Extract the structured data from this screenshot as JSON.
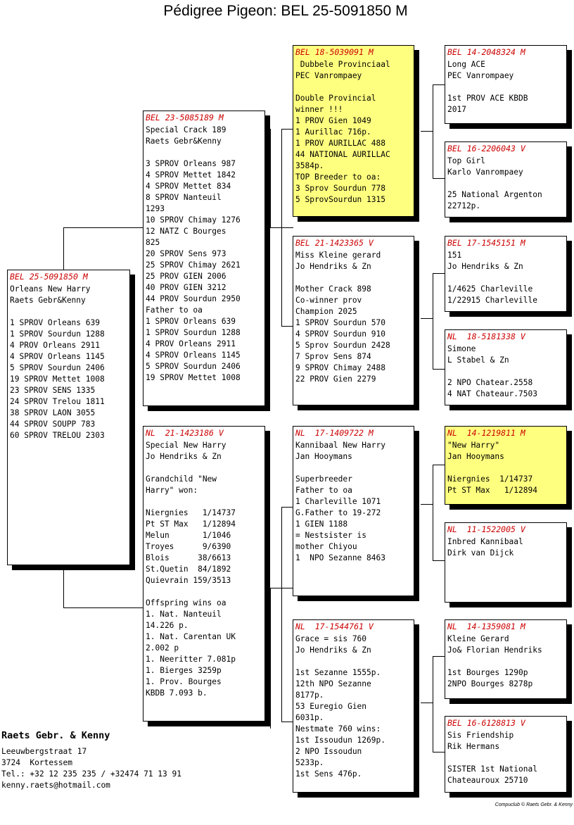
{
  "title": "Pédigree Pigeon: BEL 25-5091850 M",
  "cards": {
    "main": {
      "ring": "BEL 25-5091850 M",
      "text": "Orleans New Harry\nRaets Gebr&Kenny\n\n1 SPROV Orleans 639\n1 SPROV Sourdun 1288\n4 PROV Orleans 2911\n4 SPROV Orleans 1145\n5 SPROV Sourdun 2406\n19 SPROV Mettet 1008\n23 SPROV SENS 1335\n24 SPROV Trelou 1811\n38 SPROV LAON 3055\n44 SPROV SOUPP 783\n60 SPROV TRELOU 2303"
    },
    "father": {
      "ring": "BEL 23-5085189 M",
      "text": "Special Crack 189\nRaets Gebr&Kenny\n\n3 SPROV Orleans 987\n4 SPROV Mettet 1842\n4 SPROV Mettet 834\n8 SPROV Nanteuil\n1293\n10 SPROV Chimay 1276\n12 NATZ C Bourges\n825\n20 SPROV Sens 973\n25 SPROV Chimay 2621\n25 PROV GIEN 2006\n40 PROV GIEN 3212\n44 PROV Sourdun 2950\nFather to oa\n1 SPROV Orleans 639\n1 SPROV Sourdun 1288\n4 PROV Orleans 2911\n4 SPROV Orleans 1145\n5 SPROV Sourdun 2406\n19 SPROV Mettet 1008"
    },
    "mother": {
      "ring": "NL  21-1423186 V",
      "text": "Special New Harry\nJo Hendriks & Zn\n\nGrandchild \"New\nHarry\" won:\n\nNiergnies   1/14737\nPt ST Max   1/12894\nMelun       1/1046\nTroyes      9/6390\nBlois      38/6613\nSt.Quetin  84/1892\nQuievrain 159/3513\n\nOffspring wins oa\n1. Nat. Nanteuil\n14.226 p.\n1. Nat. Carentan UK\n2.002 p\n1. Neeritter 7.081p\n1. Bierges 3259p\n1. Prov. Bourges\nKBDB 7.093 b."
    },
    "ff": {
      "ring": "BEL 18-5039091 M",
      "text": " Dubbele Provinciaal\nPEC Vanrompaey\n\nDouble Provincial\nwinner !!!\n1 PROV Gien 1049\n1 Aurillac 716p.\n1 PROV AURILLAC 488\n44 NATIONAL AURILLAC\n3584p.\nTOP Breeder to oa:\n3 Sprov Sourdun 778\n5 SprovSourdun 1315"
    },
    "fm": {
      "ring": "BEL 21-1423365 V",
      "text": "Miss Kleine gerard\nJo Hendriks & Zn\n\nMother Crack 898\nCo-winner prov\nChampion 2025\n1 SPROV Sourdun 570\n4 SPROV Sourdun 910\n5 Sprov Sourdun 2428\n7 Sprov Sens 874\n9 SPROV Chimay 2488\n22 PROV Gien 2279"
    },
    "mf": {
      "ring": "NL  17-1409722 M",
      "text": "Kannibaal New Harry\nJan Hooymans\n\nSuperbreeder\nFather to oa\n1 Charleville 1071\nG.Father to 19-272\n1 GIEN 1188\n= Nestsister is\nmother Chiyou\n1  NPO Sezanne 8463"
    },
    "mm": {
      "ring": "NL  17-1544761 V",
      "text": "Grace = sis 760\nJo Hendriks & Zn\n\n1st Sezanne 1555p.\n12th NPO Sezanne\n8177p.\n53 Euregio Gien\n6031p.\nNestmate 760 wins:\n1st Issoudun 1269p.\n2 NPO Issoudun\n5233p.\n1st Sens 476p."
    },
    "fff": {
      "ring": "BEL 14-2048324 M",
      "text": "Long ACE\nPEC Vanrompaey\n\n1st PROV ACE KBDB\n2017"
    },
    "ffm": {
      "ring": "BEL 16-2206043 V",
      "text": "Top Girl\nKarlo Vanrompaey\n\n25 National Argenton\n22712p."
    },
    "fmf": {
      "ring": "BEL 17-1545151 M",
      "text": "151\nJo Hendriks & Zn\n\n1/4625 Charleville\n1/22915 Charleville"
    },
    "fmm": {
      "ring": "NL  18-5181338 V",
      "text": "Simone\nL Stabel & Zn\n\n2 NPO Chatear.2558\n4 NAT Chateaur.7503"
    },
    "mff": {
      "ring": "NL  14-1219811 M",
      "text": "\"New Harry\"\nJan Hooymans\n\nNiergnies  1/14737\nPt ST Max   1/12894"
    },
    "mfm": {
      "ring": "NL  11-1522005 V",
      "text": "Inbred Kannibaal\nDirk van Dijck"
    },
    "mmf": {
      "ring": "NL  14-1359081 M",
      "text": "Kleine Gerard\nJo& Florian Hendriks\n\n1st Bourges 1290p\n2NPO Bourges 8278p"
    },
    "mmm": {
      "ring": "BEL 16-6128813 V",
      "text": "Sis Friendship\nRik Hermans\n\nSISTER 1st National\nChateauroux 25710"
    }
  },
  "owner": {
    "name": "Raets Gebr. & Kenny",
    "street": "Leeuwbergstraat 17",
    "city": "3724  Kortessem",
    "tel": "Tel.: +32 12 235 235 / +32474 71 13 91",
    "email": "kenny.raets@hotmail.com"
  },
  "footer": "Compuclub © Raets Gebr. & Kenny"
}
